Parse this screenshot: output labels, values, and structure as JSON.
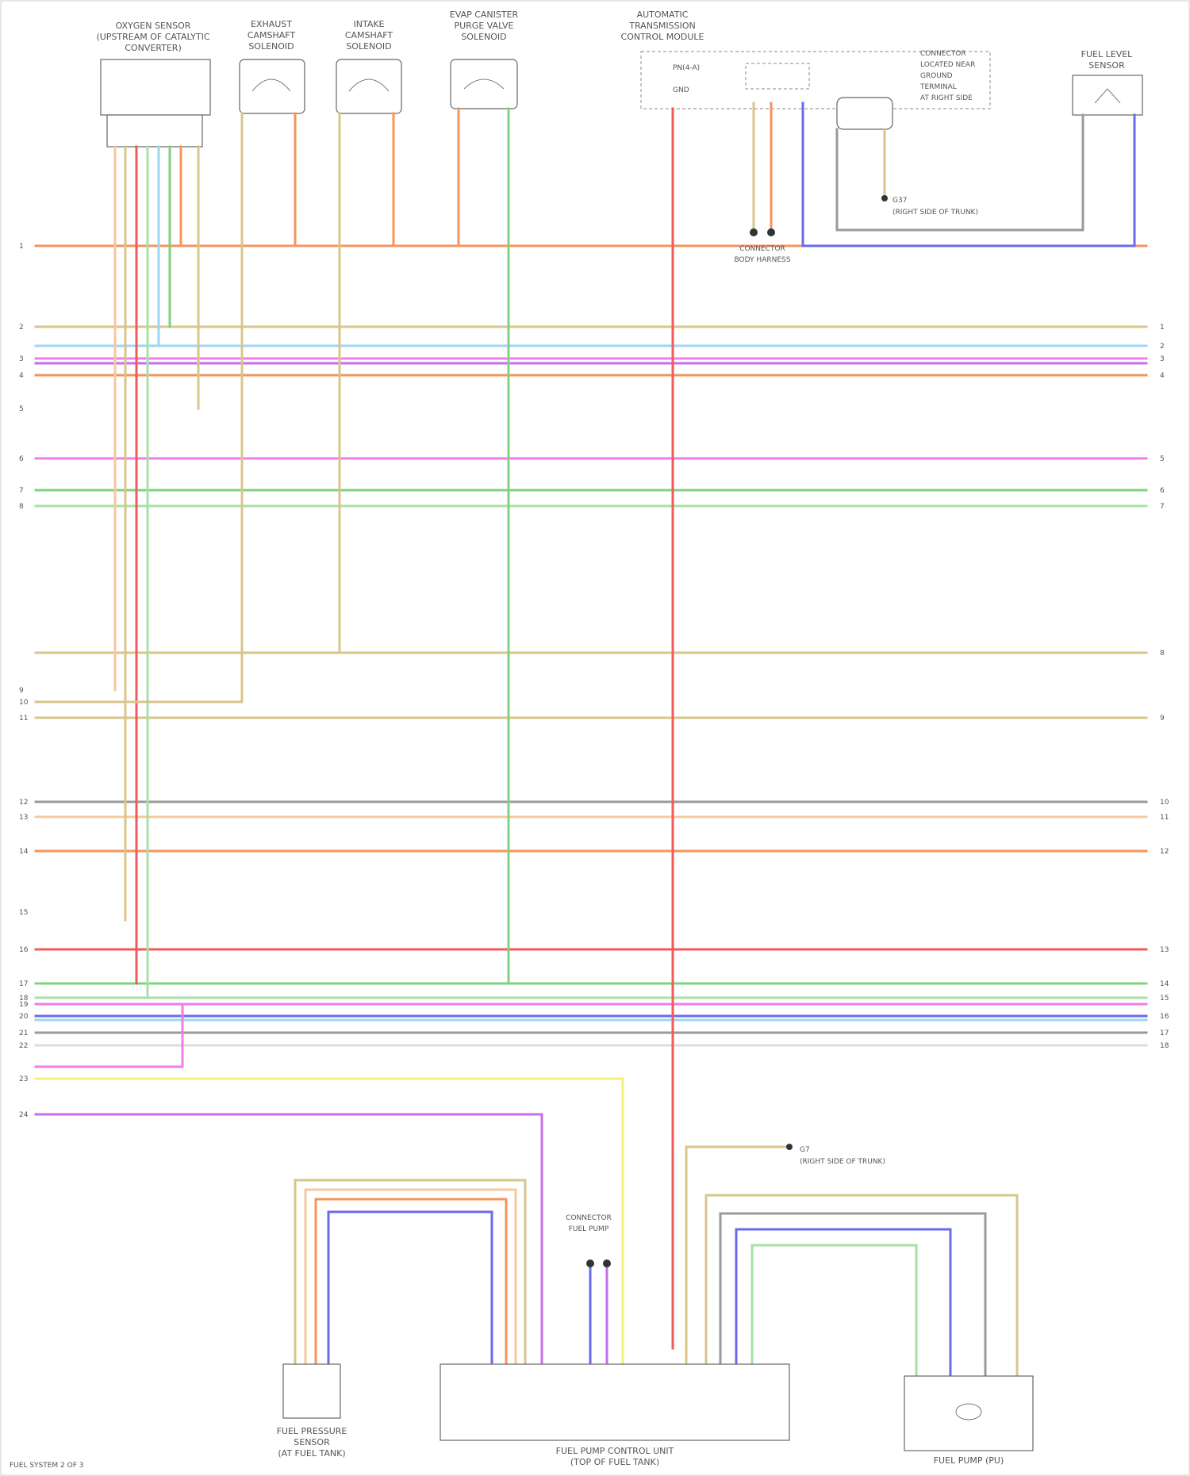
{
  "colors": {
    "red": "#f25a5a",
    "orange": "#f7945a",
    "pink": "#f07ce8",
    "violet": "#c76ef0",
    "blue": "#6a6aee",
    "green": "#7ed37e",
    "lightgreen": "#a8e0a8",
    "tan": "#d9c48a",
    "grey": "#9a9a9a",
    "yellow": "#f5f07a",
    "peach": "#f5c8a0",
    "lightblue": "#9ad8f0",
    "white": "#dcdcdc"
  },
  "components": [
    {
      "id": "c1",
      "label": "",
      "lines": [
        "OXYGEN SENSOR",
        "(UPSTREAM OF CATALYTIC",
        "CONVERTER)"
      ]
    },
    {
      "id": "c2",
      "label": "",
      "lines": [
        "EXHAUST",
        "CAMSHAFT",
        "SOLENOID"
      ]
    },
    {
      "id": "c3",
      "label": "",
      "lines": [
        "INTAKE",
        "CAMSHAFT",
        "SOLENOID"
      ]
    },
    {
      "id": "c4",
      "label": "",
      "lines": [
        "EVAP CANISTER",
        "PURGE VALVE",
        "SOLENOID"
      ]
    },
    {
      "id": "c5",
      "label": "",
      "lines": [
        "AUTOMATIC",
        "TRANSMISSION",
        "CONTROL MODULE"
      ]
    },
    {
      "id": "c6",
      "label": "",
      "lines": [
        "FUEL LEVEL",
        "SENSOR"
      ]
    },
    {
      "id": "c7",
      "label": "",
      "lines": [
        "FUEL PRESSURE",
        "SENSOR",
        "(AT FUEL TANK)"
      ]
    },
    {
      "id": "c8",
      "label": "",
      "lines": [
        "FUEL PUMP CONTROL UNIT",
        "(TOP OF FUEL TANK)"
      ]
    },
    {
      "id": "c9",
      "label": "",
      "lines": [
        "FUEL PUMP (PU)"
      ]
    }
  ],
  "grounds": [
    {
      "id": "g1",
      "lines": [
        "G37",
        "(RIGHT SIDE OF TRUNK)"
      ]
    },
    {
      "id": "g2",
      "lines": [
        "G7",
        "(RIGHT SIDE OF TRUNK)"
      ]
    }
  ],
  "splices": [
    {
      "id": "s1",
      "lines": [
        "CONNECTOR",
        "BODY HARNESS"
      ]
    },
    {
      "id": "s2",
      "lines": [
        "CONNECTOR",
        "FUEL PUMP"
      ]
    }
  ],
  "misc_labels": {
    "tcm_pin1": "PN(4-A)",
    "tcm_pin2": "GND",
    "right_note": [
      "CONNECTOR",
      "LOCATED NEAR",
      "GROUND",
      "TERMINAL",
      "AT RIGHT SIDE"
    ],
    "footer": "FUEL SYSTEM 2 OF 3"
  },
  "left_numbers": [
    "1",
    "2",
    "3",
    "4",
    "5",
    "6",
    "7",
    "8",
    "9",
    "10",
    "11",
    "12",
    "13",
    "14",
    "15",
    "16",
    "17",
    "18",
    "19",
    "20",
    "21",
    "22",
    "23",
    "24"
  ],
  "right_numbers": [
    "1",
    "2",
    "3",
    "4",
    "5",
    "6",
    "7",
    "8",
    "9",
    "10",
    "11",
    "12",
    "13",
    "14",
    "15",
    "16",
    "17",
    "18"
  ]
}
